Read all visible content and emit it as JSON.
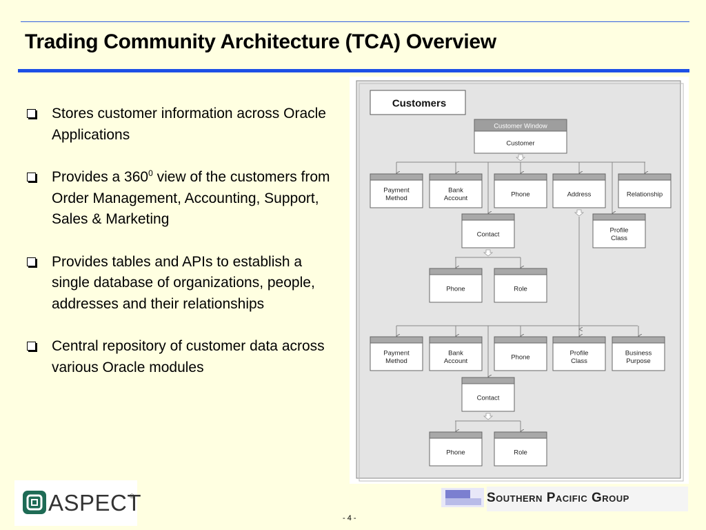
{
  "slide": {
    "title": "Trading Community Architecture (TCA) Overview",
    "page_number": "- 4 -"
  },
  "bullets": [
    {
      "text": "Stores customer information across Oracle Applications"
    },
    {
      "text_before": "Provides a 360",
      "sup": "0",
      "text_after": " view of the customers from Order Management, Accounting, Support, Sales & Marketing"
    },
    {
      "text": "Provides tables and APIs to establish a single database of organizations, people, addresses and their relationships"
    },
    {
      "text": "Central repository of customer data across various Oracle modules"
    }
  ],
  "diagram": {
    "heading": "Customers",
    "window_title": "Customer Window",
    "root": "Customer",
    "row1": [
      "Payment\nMethod",
      "Bank\nAccount",
      "Phone",
      "Address",
      "Relationship"
    ],
    "contact1": "Contact",
    "profile_class1": "Profile\nClass",
    "contact1_children": [
      "Phone",
      "Role"
    ],
    "row2": [
      "Payment\nMethod",
      "Bank\nAccount",
      "Phone",
      "Profile\nClass",
      "Business\nPurpose"
    ],
    "contact2": "Contact",
    "contact2_children": [
      "Phone",
      "Role"
    ]
  },
  "logos": {
    "aspect": "ASPECT",
    "aspect_mark": "®",
    "spg": "Southern Pacific Group"
  }
}
